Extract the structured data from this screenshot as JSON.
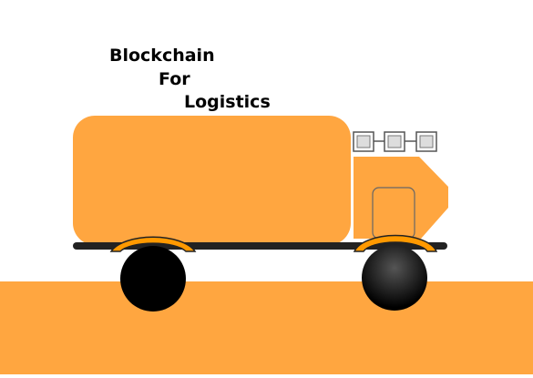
{
  "title": {
    "line1": "Blockchain",
    "line2": "For",
    "line3": "Logistics"
  },
  "colors": {
    "ground": "#ffa640",
    "truck_body": "#ffa640",
    "fender": "#ff9900",
    "axle": "#222222",
    "wheel": "#000000",
    "block": "#dddddd"
  },
  "icons": {
    "blocks": [
      "blockchain-block-icon",
      "blockchain-block-icon",
      "blockchain-block-icon"
    ],
    "vehicle": "truck-icon"
  }
}
